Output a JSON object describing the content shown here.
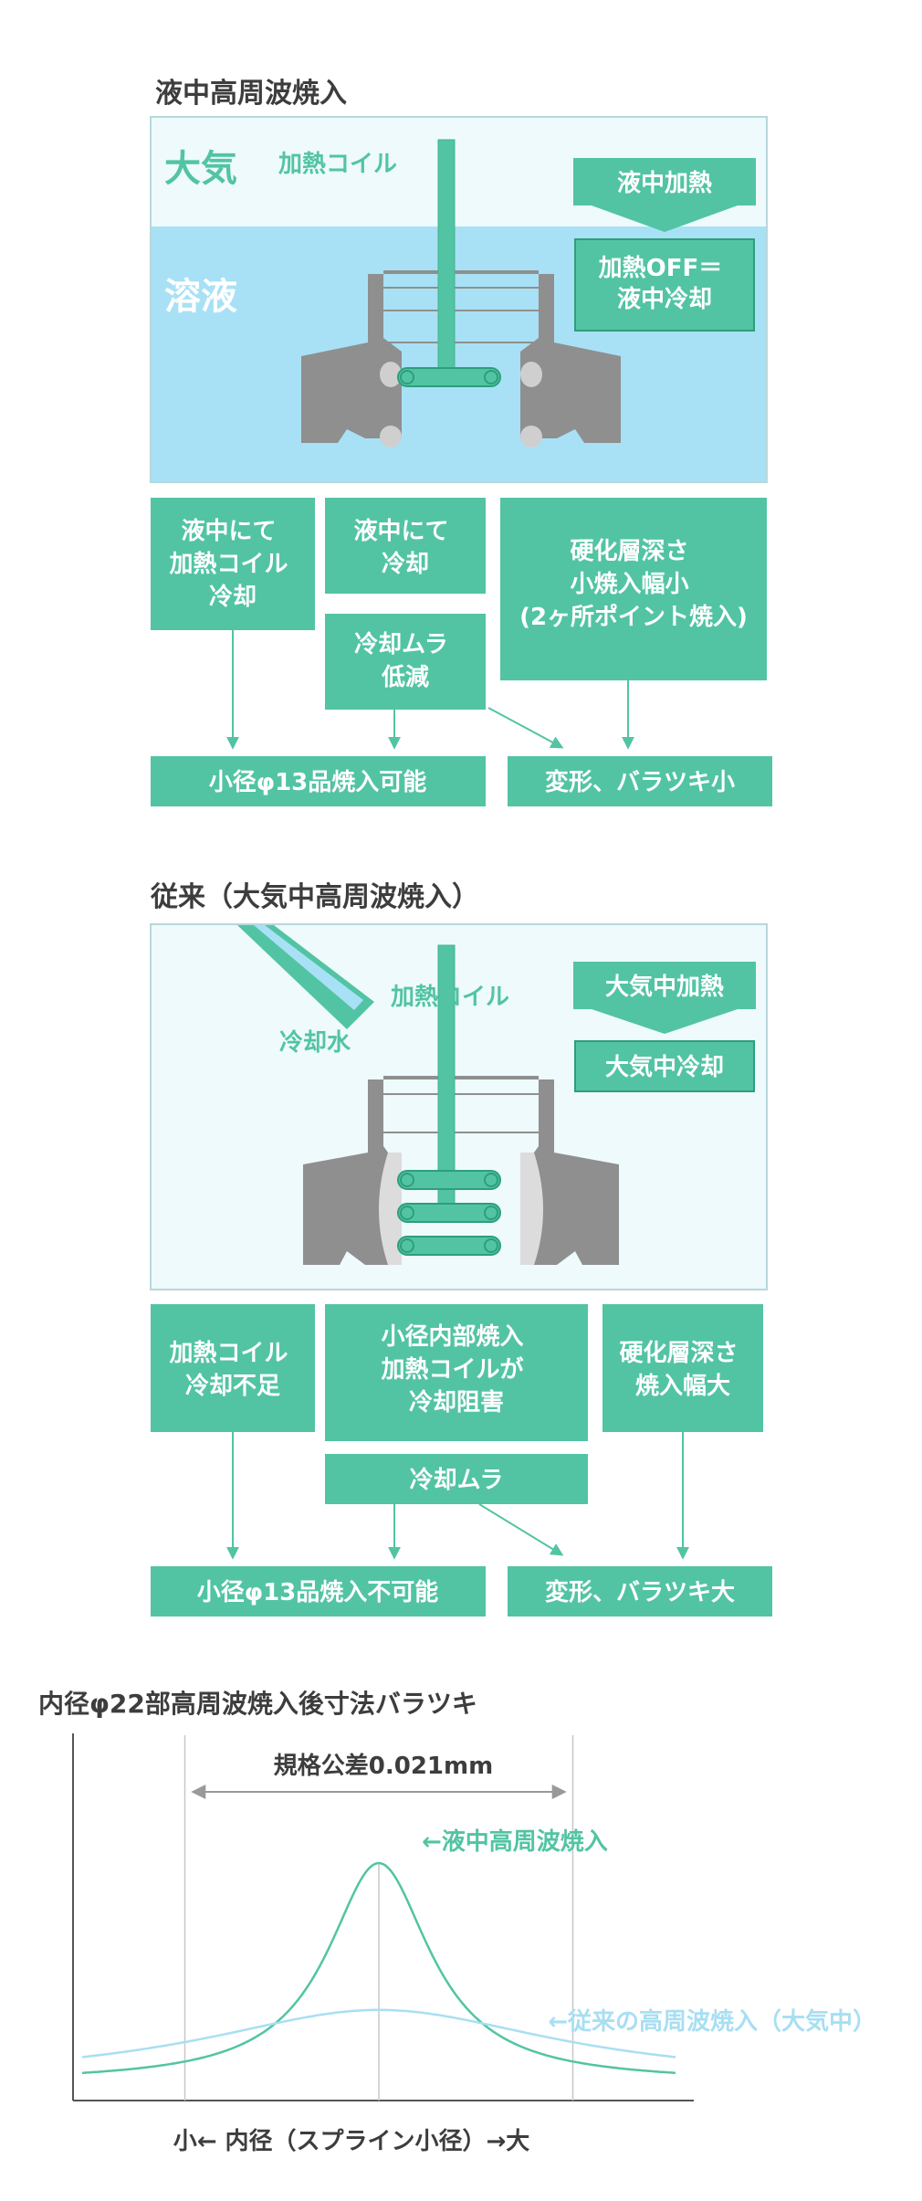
{
  "colors": {
    "green": "#52c4a3",
    "green_dark": "#3fb592",
    "air": "#eefafb",
    "solution": "#a8e1f5",
    "panel_border": "#b8d8dc",
    "metal": "#8f8f8f",
    "metal_light": "#cfcfcf",
    "text_dark": "#3d3d3d",
    "conventional_curve": "#a8dff2"
  },
  "section1": {
    "title": "液中高周波焼入",
    "label_air": "大気",
    "label_solution": "溶液",
    "label_coil": "加熱コイル",
    "step1": "液中加熱",
    "step2": [
      "加熱OFF＝",
      "液中冷却"
    ],
    "box_a": [
      "液中にて",
      "加熱コイル",
      "冷却"
    ],
    "box_b": [
      "液中にて",
      "冷却"
    ],
    "box_c": [
      "冷却ムラ",
      "低減"
    ],
    "box_d": [
      "硬化層深さ",
      "小焼入幅小",
      "(2ヶ所ポイント焼入)"
    ],
    "result_left": "小径φ13品焼入可能",
    "result_right": "変形、バラツキ小"
  },
  "section2": {
    "title": "従来（大気中高周波焼入）",
    "label_coil": "加熱コイル",
    "label_water": "冷却水",
    "step1": "大気中加熱",
    "step2": "大気中冷却",
    "box_a": [
      "加熱コイル",
      "冷却不足"
    ],
    "box_b": [
      "小径内部焼入",
      "加熱コイルが",
      "冷却阻害"
    ],
    "box_c": [
      "冷却ムラ"
    ],
    "box_d": [
      "硬化層深さ",
      "焼入幅大"
    ],
    "result_left": "小径φ13品焼入不可能",
    "result_right": "変形、バラツキ大"
  },
  "chart_data": {
    "type": "line",
    "title": "内径φ22部高周波焼入後寸法バラツキ",
    "xlabel": "小← 内径（スプライン小径）→大",
    "ylabel": "",
    "tolerance_label": "規格公差0.021mm",
    "series": [
      {
        "name": "←液中高周波焼入",
        "color": "#52c4a3",
        "center": 0,
        "peak": 1.0,
        "width": 0.55
      },
      {
        "name": "←従来の高周波焼入（大気中）",
        "color": "#a8dff2",
        "center": 0,
        "peak": 0.33,
        "width": 1.9
      }
    ],
    "tolerance_range": [
      -1.7,
      1.7
    ],
    "x_range": [
      -2.6,
      2.6
    ]
  }
}
